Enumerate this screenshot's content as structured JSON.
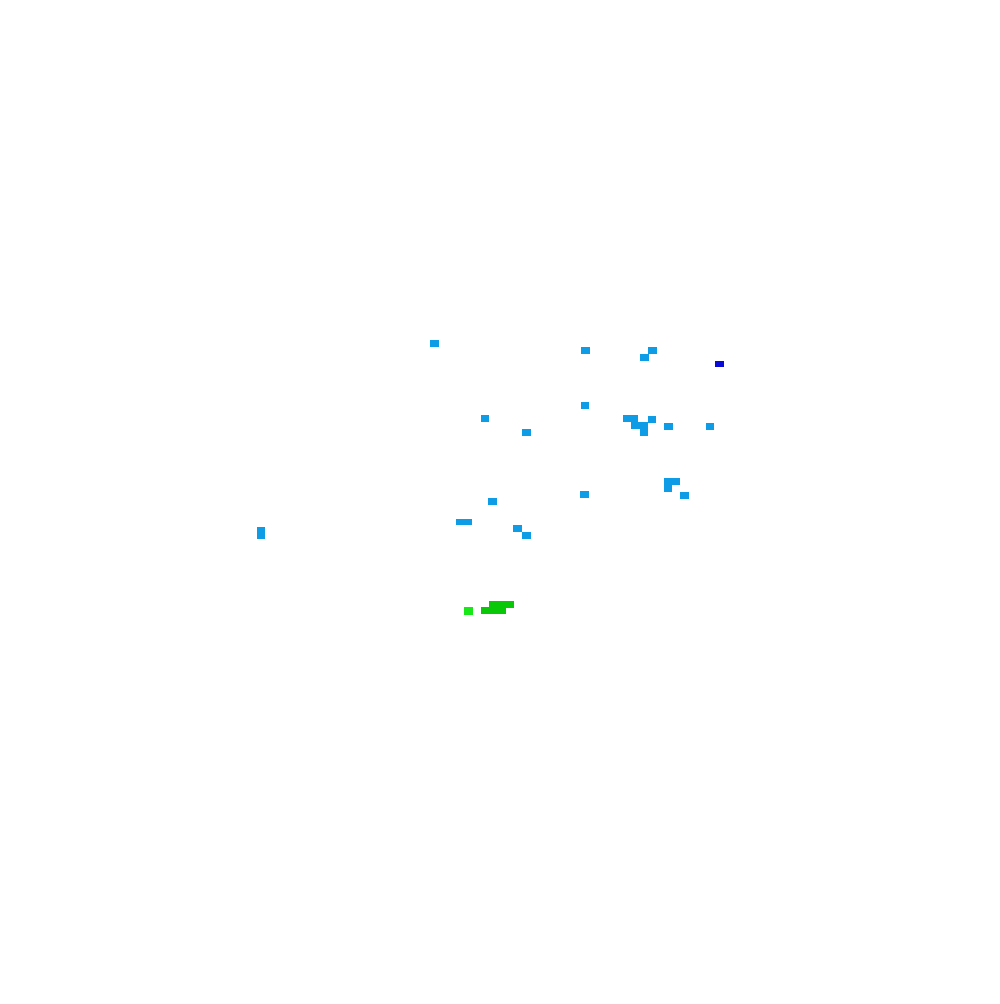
{
  "colors": {
    "background": "#ffffff",
    "light_blue": "#0e9ce6",
    "dark_blue": "#0a0ad8",
    "green": "#08c808",
    "light_green": "#18e818"
  },
  "clusters": [
    {
      "name": "light-blue-cluster",
      "color": "#0e9ce6"
    },
    {
      "name": "dark-blue-cluster",
      "color": "#0a0ad8"
    },
    {
      "name": "green-cluster",
      "color": "#08c808"
    },
    {
      "name": "light-green-cluster",
      "color": "#18e818"
    }
  ]
}
